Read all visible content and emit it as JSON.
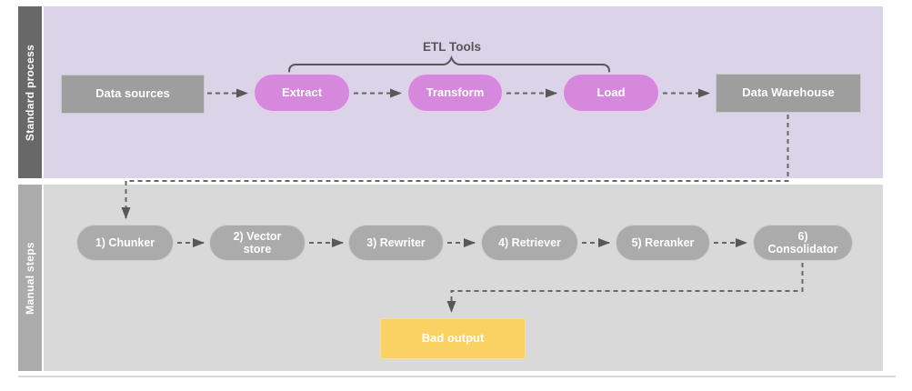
{
  "diagram": {
    "lanes": [
      {
        "label": "Standard process"
      },
      {
        "label": "Manual steps"
      }
    ],
    "brace_label": "ETL Tools",
    "nodes": {
      "data_sources": "Data sources",
      "extract": "Extract",
      "transform": "Transform",
      "load": "Load",
      "data_warehouse": "Data Warehouse",
      "chunker": "1) Chunker",
      "vector_store": "2) Vector store",
      "rewriter": "3) Rewriter",
      "retriever": "4) Retriever",
      "reranker": "5) Reranker",
      "consolidator": "6) Consolidator",
      "bad_output": "Bad output"
    },
    "edges": [
      {
        "from": "data_sources",
        "to": "extract",
        "style": "dashed-arrow"
      },
      {
        "from": "extract",
        "to": "transform",
        "style": "dashed-arrow"
      },
      {
        "from": "transform",
        "to": "load",
        "style": "dashed-arrow"
      },
      {
        "from": "load",
        "to": "data_warehouse",
        "style": "dashed-arrow"
      },
      {
        "from": "data_warehouse",
        "to": "chunker",
        "style": "dashed-arrow-elbow"
      },
      {
        "from": "chunker",
        "to": "vector_store",
        "style": "dashed-arrow"
      },
      {
        "from": "vector_store",
        "to": "rewriter",
        "style": "dashed-arrow"
      },
      {
        "from": "rewriter",
        "to": "retriever",
        "style": "dashed-arrow"
      },
      {
        "from": "retriever",
        "to": "reranker",
        "style": "dashed-arrow"
      },
      {
        "from": "reranker",
        "to": "consolidator",
        "style": "dashed-arrow"
      },
      {
        "from": "consolidator",
        "to": "bad_output",
        "style": "dashed-arrow-elbow"
      }
    ],
    "brace_spans": [
      "extract",
      "transform",
      "load"
    ],
    "colors": {
      "lane1_bar": "#686868",
      "lane1_bg": "#dbd3e7",
      "lane2_bar": "#ababab",
      "lane2_bg": "#d9d9d9",
      "gray_box": "#9e9e9e",
      "pink_pill": "#d689dc",
      "gray_pill": "#ababab",
      "yellow_box": "#fad264",
      "connector": "#666666"
    }
  }
}
